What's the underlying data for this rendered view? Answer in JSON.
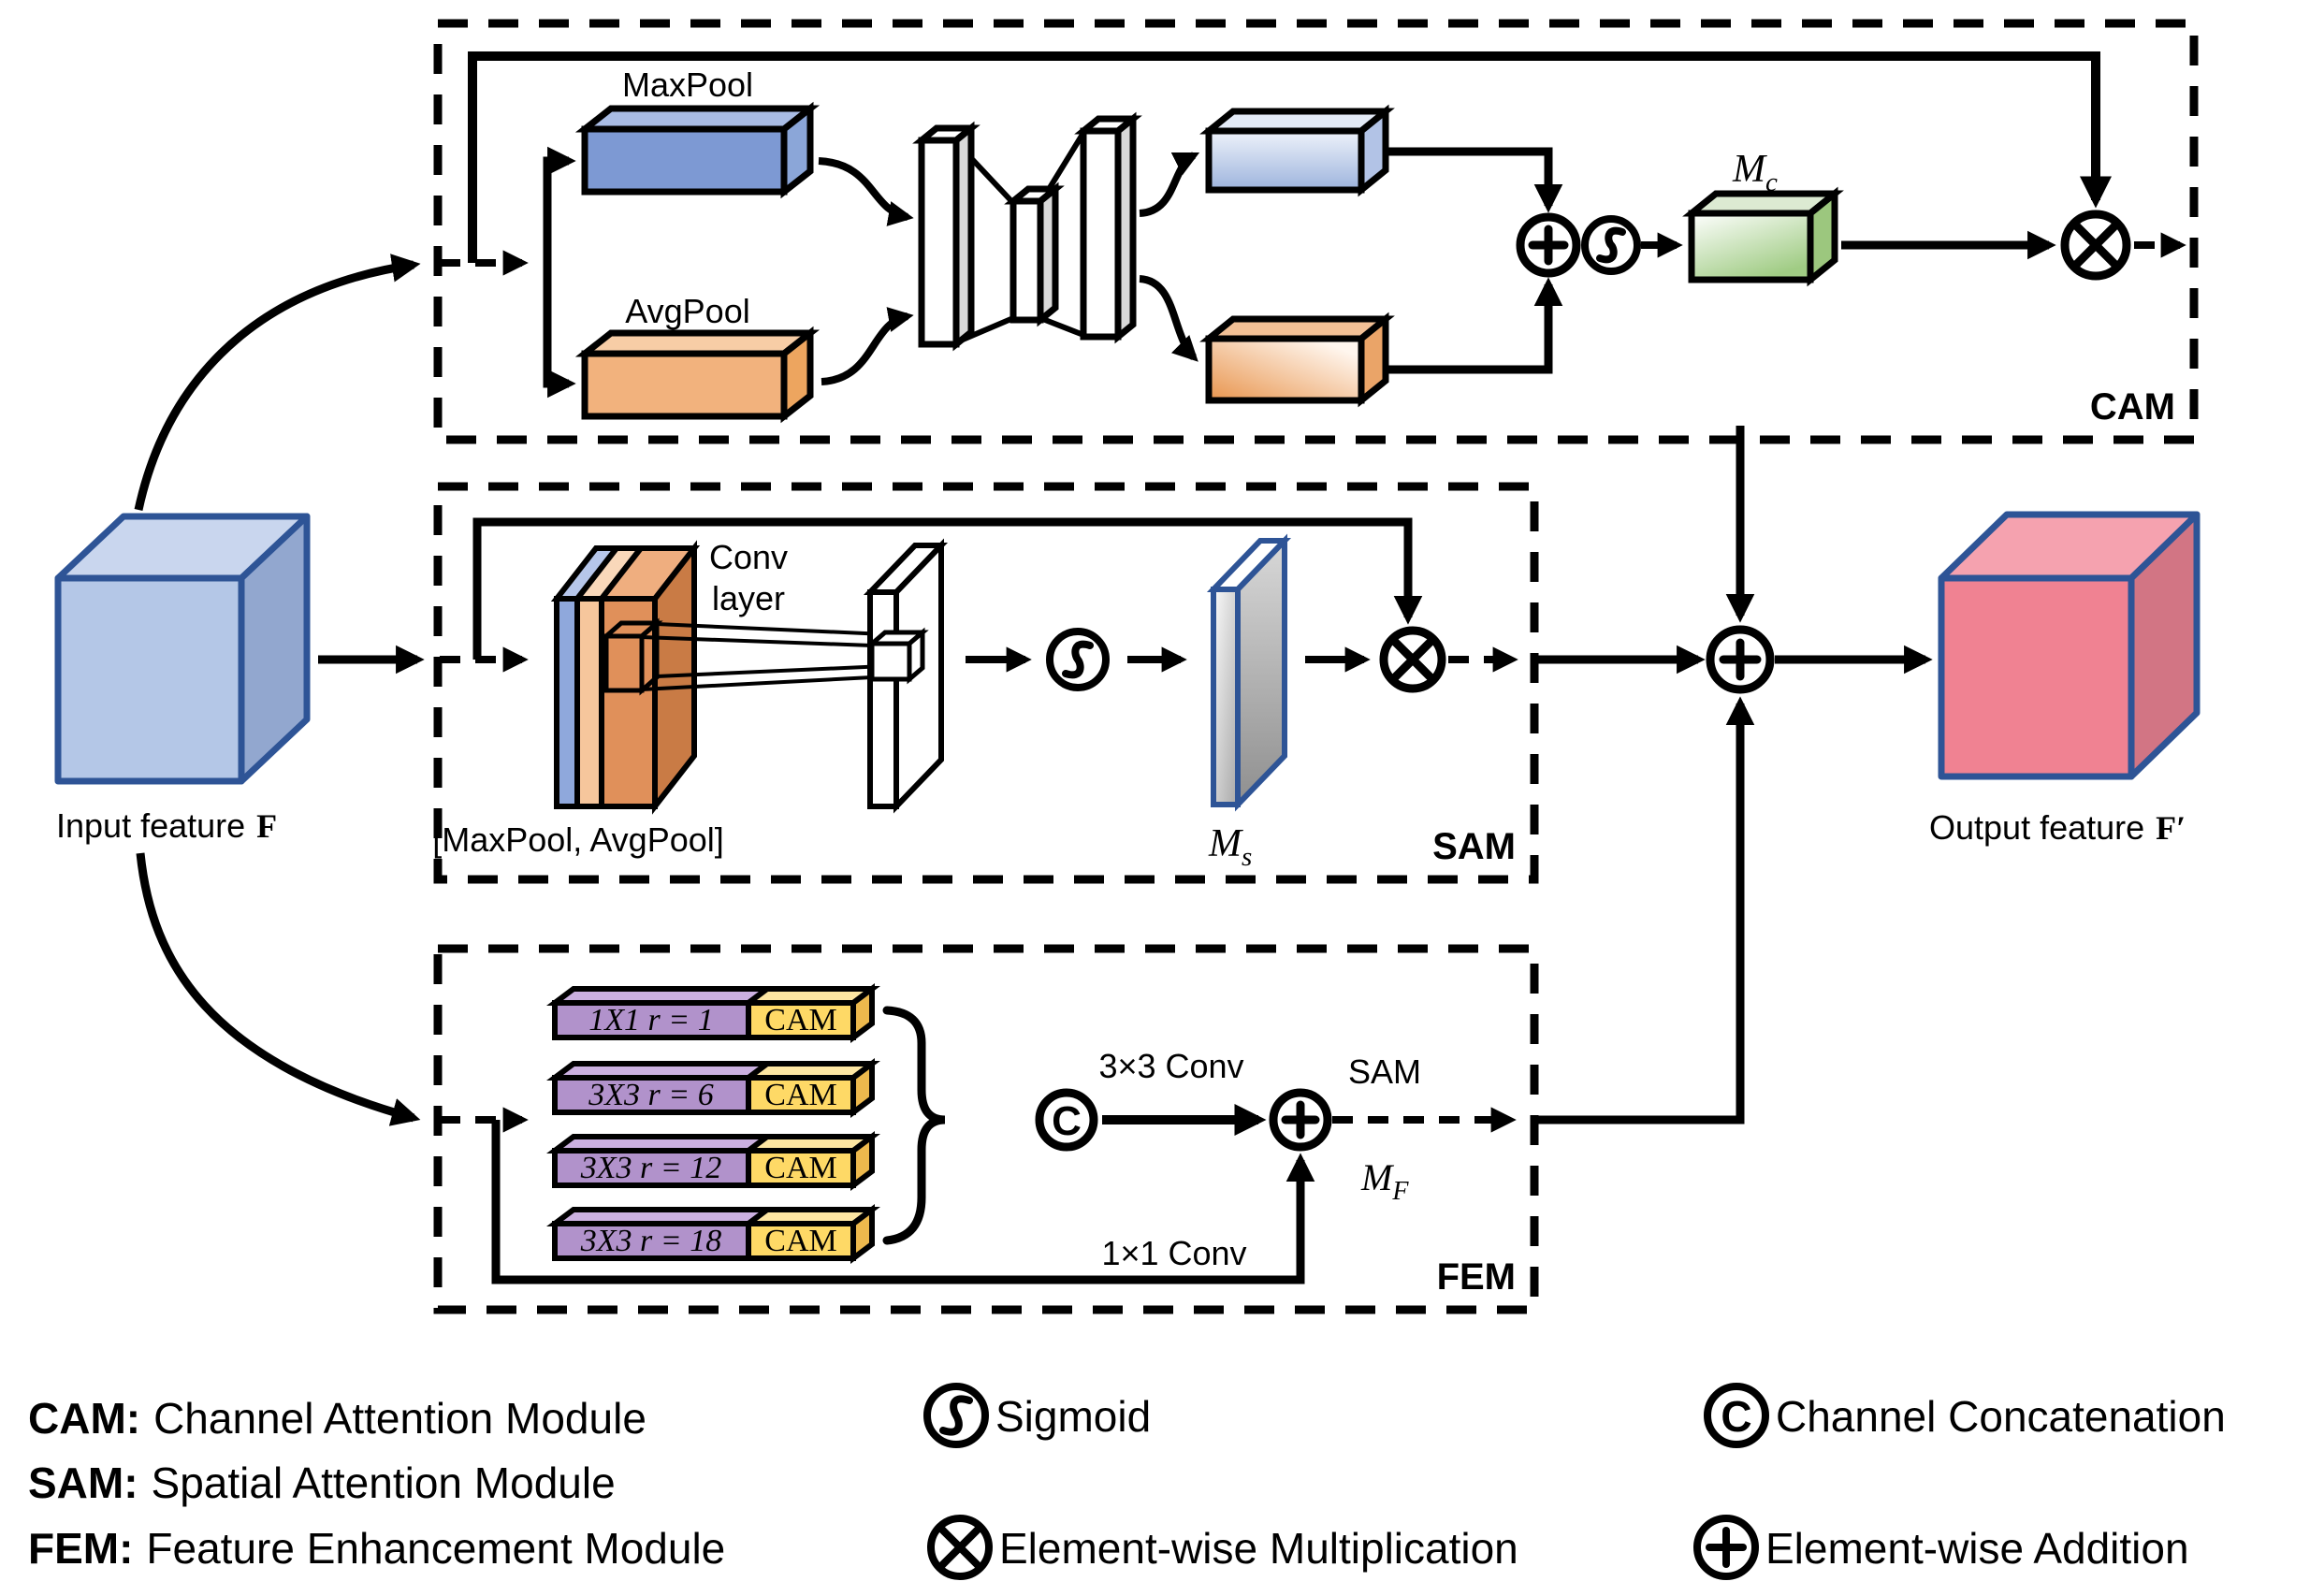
{
  "diagram": {
    "input": {
      "label_prefix": "Input feature",
      "label_math": "F"
    },
    "output": {
      "label_prefix": "Output feature",
      "label_math": "F′"
    },
    "cam": {
      "box_label": "CAM",
      "maxpool_label": "MaxPool",
      "avgpool_label": "AvgPool",
      "mc": {
        "base": "M",
        "sub": "c"
      }
    },
    "sam": {
      "box_label": "SAM",
      "conv_label_line1": "Conv",
      "conv_label_line2": "layer",
      "stack_label": "[MaxPool, AvgPool]",
      "ms": {
        "base": "M",
        "sub": "s"
      }
    },
    "fem": {
      "box_label": "FEM",
      "branches": [
        {
          "conv": "1X1 r = 1",
          "cam": "CAM"
        },
        {
          "conv": "3X3 r = 6",
          "cam": "CAM"
        },
        {
          "conv": "3X3 r = 12",
          "cam": "CAM"
        },
        {
          "conv": "3X3 r = 18",
          "cam": "CAM"
        }
      ],
      "concat_glyph": "C",
      "conv3_label": "3×3 Conv",
      "conv1_label": "1×1 Conv",
      "sam_arrow_label": "SAM",
      "mf": {
        "base": "M",
        "sub": "F"
      }
    },
    "colors": {
      "pool_blue": "#7d99d3",
      "pool_orange": "#f2b27d",
      "stack_blue": "#8fa8dc",
      "stack_orange_front": "#e0905a",
      "gradient_blue_dark": "#9db4dd",
      "gradient_orange_dark": "#e8954e",
      "gradient_green_dark": "#a0cc84",
      "dilated_purple": "#b192cb",
      "cam_yellow": "#fed966",
      "input_cube": "#b4c7e7",
      "output_cube": "#f08292",
      "cube_border": "#2e5496",
      "line": "#000000"
    }
  },
  "legend": {
    "modules": [
      {
        "abbr": "CAM:",
        "name": "Channel Attention Module"
      },
      {
        "abbr": "SAM:",
        "name": "Spatial Attention Module"
      },
      {
        "abbr": "FEM:",
        "name": "Feature Enhancement Module"
      }
    ],
    "symbols": {
      "sigmoid": {
        "label": "Sigmoid"
      },
      "multiply": {
        "label": "Element-wise Multiplication"
      },
      "concat": {
        "label": "Channel Concatenation"
      },
      "add": {
        "label": "Element-wise Addition"
      }
    }
  }
}
